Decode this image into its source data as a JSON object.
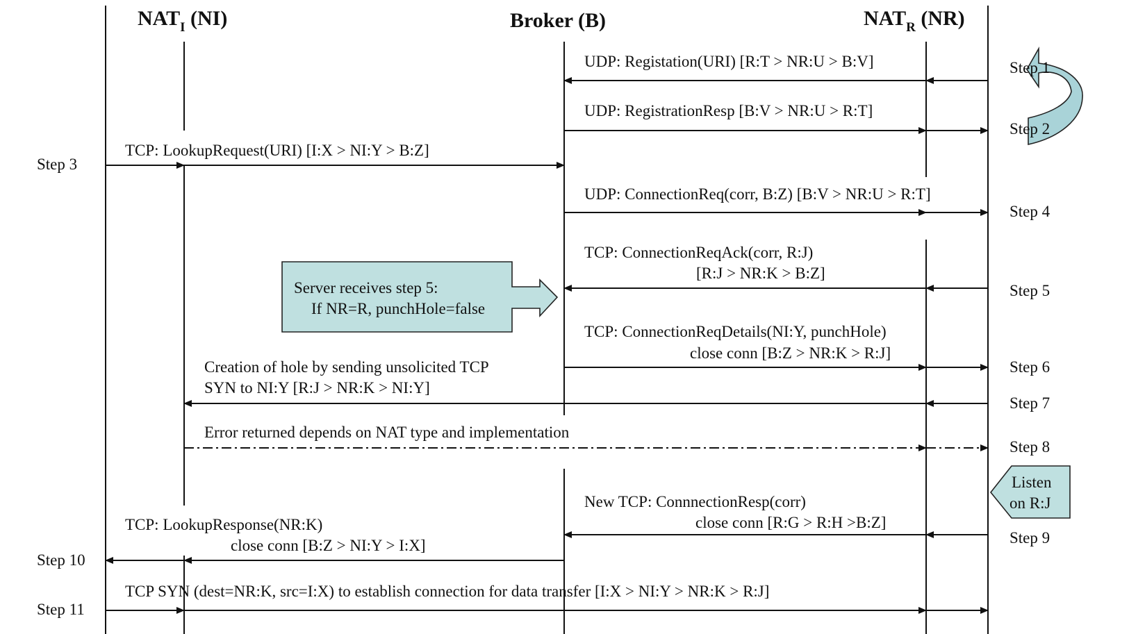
{
  "headers": {
    "nat_i": {
      "main": "NAT",
      "sub": "I",
      "suffix": " (NI)"
    },
    "broker": "Broker (B)",
    "nat_r": {
      "main": "NAT",
      "sub": "R",
      "suffix": " (NR)"
    }
  },
  "steps": {
    "s1": "Step 1",
    "s2": "Step 2",
    "s3": "Step 3",
    "s4": "Step 4",
    "s5": "Step 5",
    "s6": "Step 6",
    "s7": "Step 7",
    "s8": "Step 8",
    "s9": "Step 9",
    "s10": "Step 10",
    "s11": "Step 11"
  },
  "messages": {
    "m1": "UDP: Registation(URI)   [R:T > NR:U > B:V]",
    "m2": "UDP: RegistrationResp  [B:V > NR:U > R:T]",
    "m3": "TCP: LookupRequest(URI)  [I:X > NI:Y > B:Z]",
    "m4": "UDP: ConnectionReq(corr, B:Z)  [B:V > NR:U > R:T]",
    "m5a": "TCP: ConnectionReqAck(corr, R:J)",
    "m5b": "[R:J > NR:K > B:Z]",
    "m6a": "TCP: ConnectionReqDetails(NI:Y, punchHole)",
    "m6b": "close conn [B:Z > NR:K > R:J]",
    "m7a": "Creation of hole by sending unsolicited TCP",
    "m7b": "SYN to NI:Y  [R:J > NR:K > NI:Y]",
    "m8": "Error returned depends on NAT type and implementation",
    "m9a": "New TCP: ConnnectionResp(corr)",
    "m9b": "close conn  [R:G > R:H >B:Z]",
    "m10a": "TCP: LookupResponse(NR:K)",
    "m10b": "close conn  [B:Z > NI:Y > I:X]",
    "m11": "TCP SYN (dest=NR:K, src=I:X) to establish connection for data transfer  [I:X > NI:Y > NR:K > R:J]"
  },
  "callouts": {
    "server_line1": "Server receives step 5:",
    "server_line2": "If NR=R, punchHole=false",
    "listen_line1": "Listen",
    "listen_line2": "on R:J"
  },
  "colors": {
    "callout_fill": "#bfe0e0",
    "line": "#111111"
  }
}
